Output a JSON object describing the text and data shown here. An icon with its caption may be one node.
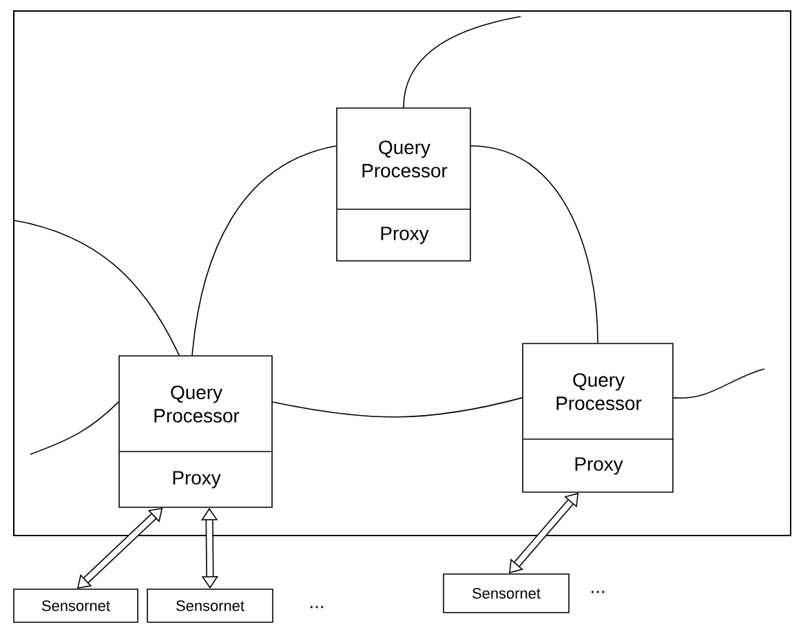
{
  "diagram": {
    "nodes": [
      {
        "text": [],
        "shape": "box"
      },
      {
        "text": [
          "Query Processor",
          "Proxy"
        ],
        "in": 0
      },
      {
        "text": [
          "Query Processor",
          "Proxy"
        ],
        "in": 0
      },
      {
        "text": [
          "Query Processor",
          "Proxy"
        ],
        "in": 0
      },
      {
        "text": [
          "Sensornet"
        ]
      },
      {
        "text": [
          "Sensornet"
        ]
      },
      {
        "text": [
          "Sensornet"
        ]
      }
    ],
    "edges": [
      {
        "from": null,
        "to": 1,
        "arrow": "none"
      },
      {
        "from": 1,
        "to": 2,
        "arrow": "none"
      },
      {
        "from": null,
        "to": 2,
        "arrow": "none"
      },
      {
        "from": 1,
        "to": 3,
        "arrow": "none"
      },
      {
        "from": 2,
        "to": 3,
        "arrow": "none"
      },
      {
        "from": null,
        "to": 2,
        "arrow": "none"
      },
      {
        "from": 3,
        "to": null,
        "arrow": "none"
      },
      {
        "from": 4,
        "to": 2,
        "arrow": "both",
        "style": "thick"
      },
      {
        "from": 5,
        "to": 2,
        "arrow": "both",
        "style": "thick"
      },
      {
        "from": 6,
        "to": 3,
        "arrow": "both",
        "style": "thick"
      }
    ],
    "labels": [
      "...",
      "..."
    ]
  }
}
